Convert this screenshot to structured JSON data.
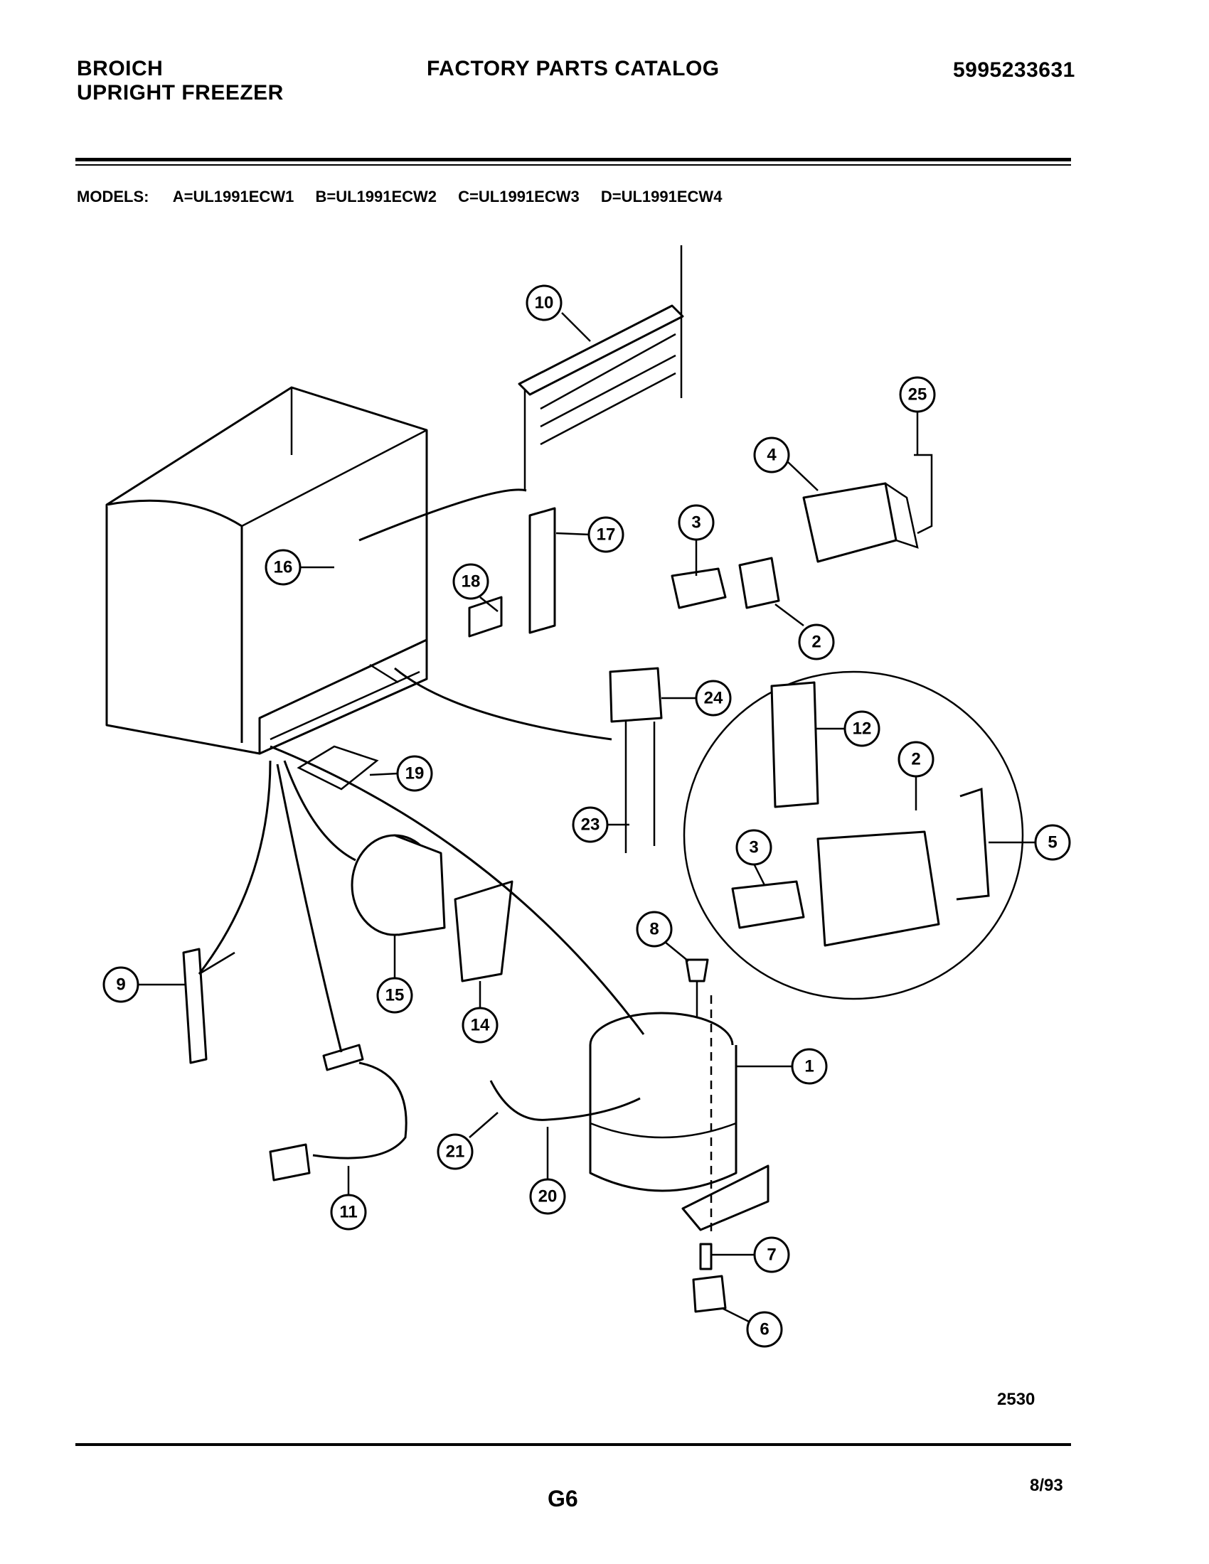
{
  "header": {
    "brand": "BROICH",
    "product": "UPRIGHT FREEZER",
    "title": "FACTORY PARTS CATALOG",
    "catalog_number": "5995233631"
  },
  "models": {
    "label": "MODELS:",
    "items": [
      "A=UL1991ECW1",
      "B=UL1991ECW2",
      "C=UL1991ECW3",
      "D=UL1991ECW4"
    ]
  },
  "callouts": [
    "10",
    "25",
    "4",
    "3",
    "17",
    "16",
    "18",
    "2",
    "24",
    "12",
    "2",
    "5",
    "19",
    "23",
    "3",
    "8",
    "9",
    "15",
    "14",
    "1",
    "21",
    "20",
    "11",
    "7",
    "6"
  ],
  "footer": {
    "figure_number": "2530",
    "page": "G6",
    "date": "8/93"
  }
}
